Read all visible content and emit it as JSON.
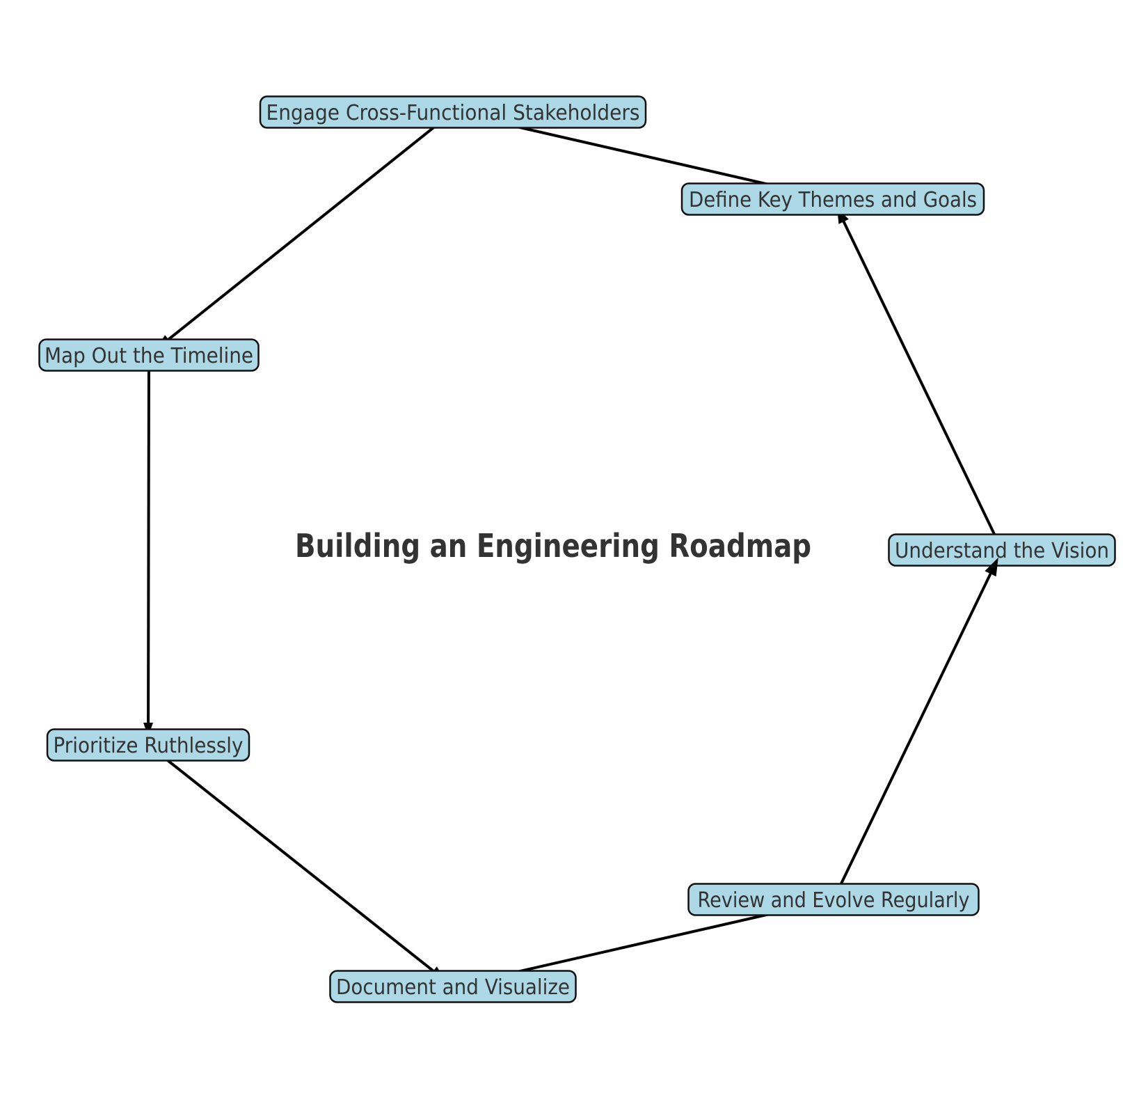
{
  "diagram": {
    "title": "Building an Engineering Roadmap",
    "nodes": [
      {
        "label": "Understand the Vision"
      },
      {
        "label": "Define Key Themes and Goals"
      },
      {
        "label": "Engage Cross-Functional Stakeholders"
      },
      {
        "label": "Map Out the Timeline"
      },
      {
        "label": "Prioritize Ruthlessly"
      },
      {
        "label": "Document and Visualize"
      },
      {
        "label": "Review and Evolve Regularly"
      }
    ],
    "flow": [
      {
        "from": "Understand the Vision",
        "to": "Define Key Themes and Goals"
      },
      {
        "from": "Define Key Themes and Goals",
        "to": "Engage Cross-Functional Stakeholders"
      },
      {
        "from": "Engage Cross-Functional Stakeholders",
        "to": "Map Out the Timeline"
      },
      {
        "from": "Map Out the Timeline",
        "to": "Prioritize Ruthlessly"
      },
      {
        "from": "Prioritize Ruthlessly",
        "to": "Document and Visualize"
      },
      {
        "from": "Document and Visualize",
        "to": "Review and Evolve Regularly"
      },
      {
        "from": "Review and Evolve Regularly",
        "to": "Understand the Vision"
      }
    ],
    "colors": {
      "background": "#ffffff",
      "node_fill": "#add8e6",
      "node_border": "#111111",
      "edge": "#000000",
      "label_text": "#333333",
      "title_text": "#333333"
    }
  }
}
